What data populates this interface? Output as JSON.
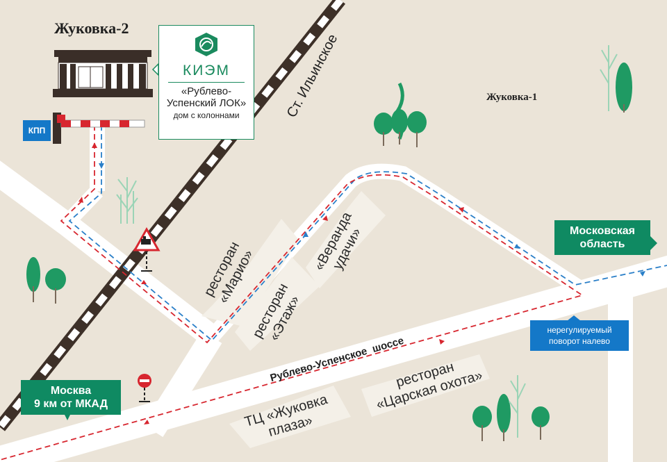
{
  "map": {
    "places": {
      "zhukovka2": "Жуковка-2",
      "zhukovka1": "Жуковка-1",
      "station": "Ст. Ильинское"
    },
    "brand": {
      "name": "КИЭМ",
      "project_line1": "«Рублево-",
      "project_line2": "Успенский ЛОК»",
      "subtitle": "дом с колоннами",
      "logo_icon": "kiem-tree-logo-icon"
    },
    "checkpoint": "КПП",
    "highway": "Рублево-Успенское  шоссе",
    "restaurants": {
      "mario_1": "ресторан",
      "mario_2": "«Марио»",
      "etazh_1": "ресторан",
      "etazh_2": "«Этаж»",
      "veranda_1": "«Веранда",
      "veranda_2": "удачи»",
      "tsar_1": "ресторан",
      "tsar_2": "«Царская охота»",
      "tc_1": "ТЦ «Жуковка",
      "tc_2": "плаза»"
    },
    "signs": {
      "moscow_line1": "Москва",
      "moscow_line2": "9 км от МКАД",
      "region_line1": "Московская",
      "region_line2": "область",
      "turn_line1": "нерегулируемый",
      "turn_line2": "поворот налево"
    },
    "icons": [
      "railway-crossing-icon",
      "no-entry-icon",
      "tree-icon",
      "barrier-icon",
      "building-icon"
    ],
    "colors": {
      "background": "#ebe4d8",
      "road": "#ffffff",
      "block": "#f4f0e8",
      "railway": "#4a3a30",
      "route_red": "#d7262f",
      "route_blue": "#2a7fc8",
      "sign_green": "#0f8a62",
      "sign_blue": "#1478c8",
      "tree_green": "#1f9a63"
    }
  }
}
